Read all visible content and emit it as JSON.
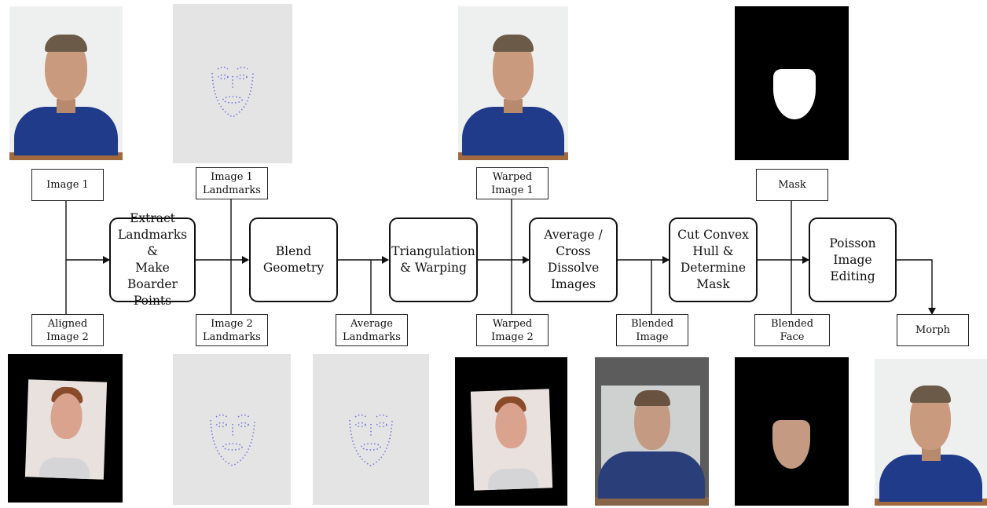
{
  "labels": {
    "image1": "Image 1",
    "image1_landmarks": "Image 1\nLandmarks",
    "warped_image1": "Warped\nImage 1",
    "mask": "Mask",
    "aligned_image2": "Aligned\nImage 2",
    "image2_landmarks": "Image 2\nLandmarks",
    "average_landmarks": "Average\nLandmarks",
    "warped_image2": "Warped\nImage 2",
    "blended_image": "Blended\nImage",
    "blended_face": "Blended Face",
    "morph": "Morph"
  },
  "steps": [
    "Extract\nLandmarks &\nMake Boarder\nPoints",
    "Blend\nGeometry",
    "Triangulation\n& Warping",
    "Average /\nCross Dissolve\nImages",
    "Cut Convex\nHull &\nDetermine\nMask",
    "Poisson Image\nEditing"
  ],
  "colors": {
    "line": "#111111",
    "landmark_dots": "#6f74e0",
    "landmark_bg": "#e4e4e4",
    "shirt": "#1f3b8a",
    "skin": "#c99a7e",
    "hair_dark": "#5a4836",
    "hair_red": "#8a4b2a"
  }
}
